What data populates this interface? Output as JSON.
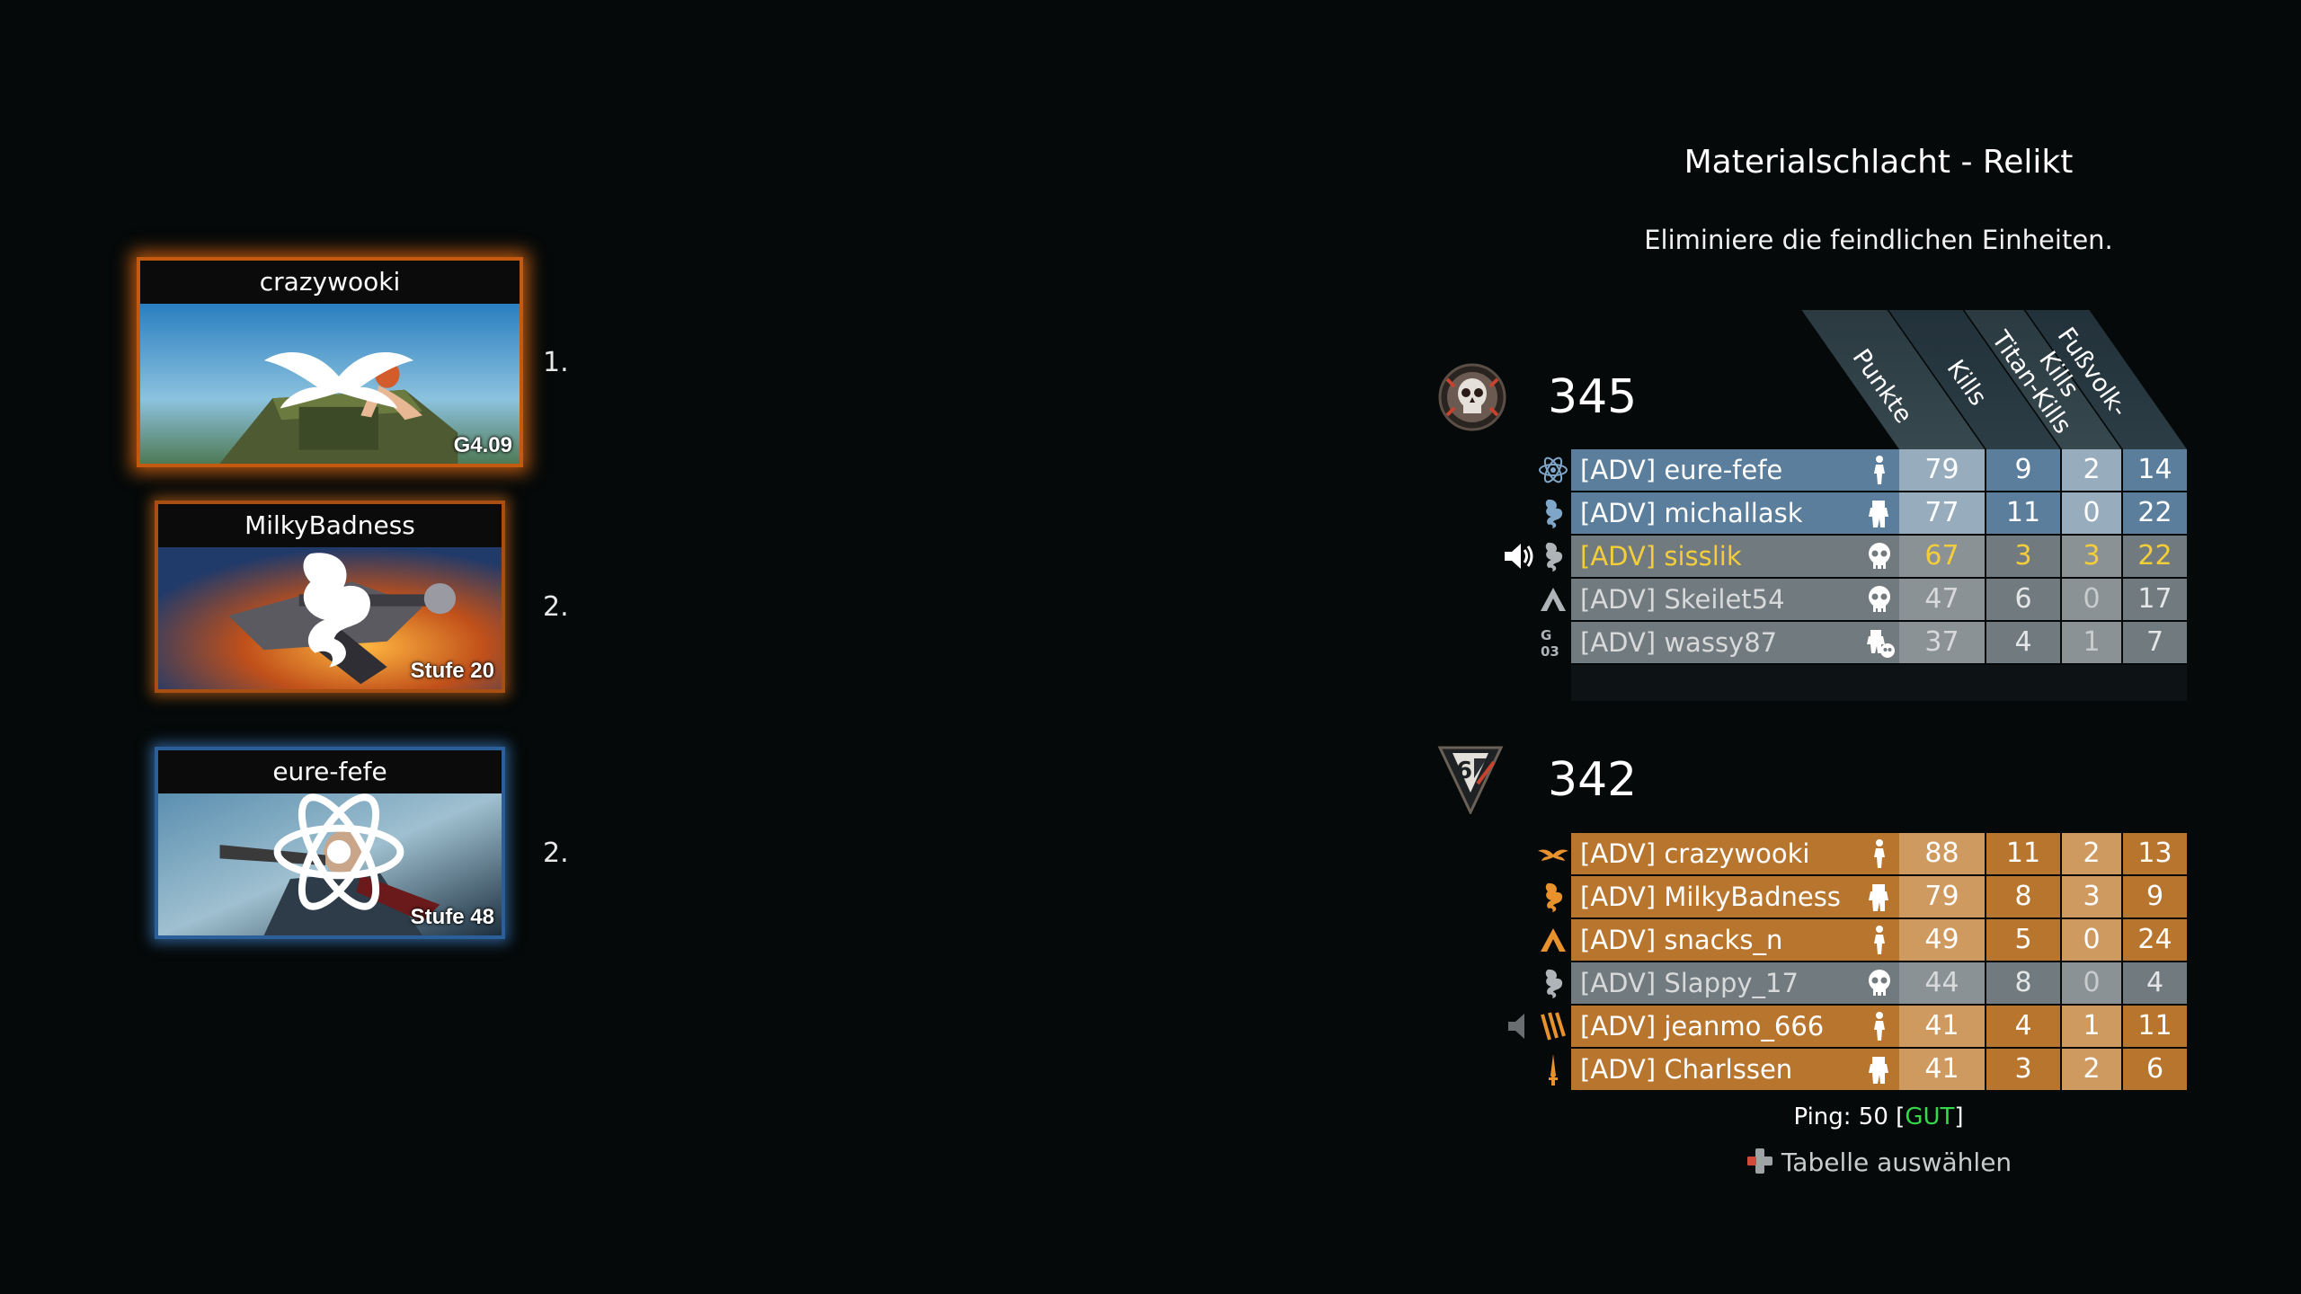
{
  "match": {
    "title": "Materialschlacht - Relikt",
    "objective": "Eliminiere die feindlichen Einheiten."
  },
  "columns": [
    "Punkte",
    "Kills",
    "Titan-Kills",
    "Fußvolk-Kills"
  ],
  "top_players": [
    {
      "name": "crazywooki",
      "level": "G4.09",
      "rank": "1.",
      "glow": "orange",
      "emblem": "winged-emblem-icon"
    },
    {
      "name": "MilkyBadness",
      "level": "Stufe 20",
      "rank": "2.",
      "glow": "orange",
      "emblem": "dragon-emblem-icon"
    },
    {
      "name": "eure-fefe",
      "level": "Stufe 48",
      "rank": "2.",
      "glow": "blue",
      "emblem": "atom-emblem-icon"
    }
  ],
  "teams": [
    {
      "score": "345",
      "icon": "skull-faction-icon",
      "players": [
        {
          "name": "[ADV] eure-fefe",
          "punkte": "79",
          "kills": "9",
          "titan_kills": "2",
          "fussvolk_kills": "14",
          "style": "blue",
          "status": "pilot"
        },
        {
          "name": "[ADV] michallask",
          "punkte": "77",
          "kills": "11",
          "titan_kills": "0",
          "fussvolk_kills": "22",
          "style": "blue",
          "status": "titan"
        },
        {
          "name": "[ADV] sisslik",
          "punkte": "67",
          "kills": "3",
          "titan_kills": "3",
          "fussvolk_kills": "22",
          "style": "self",
          "status": "dead",
          "speaking": true
        },
        {
          "name": "[ADV] Skeilet54",
          "punkte": "47",
          "kills": "6",
          "titan_kills": "0",
          "fussvolk_kills": "17",
          "style": "grey",
          "status": "dead"
        },
        {
          "name": "[ADV] wassy87",
          "punkte": "37",
          "kills": "4",
          "titan_kills": "1",
          "fussvolk_kills": "7",
          "style": "grey",
          "status": "titan-dead"
        }
      ]
    },
    {
      "score": "342",
      "icon": "militia-faction-icon",
      "players": [
        {
          "name": "[ADV] crazywooki",
          "punkte": "88",
          "kills": "11",
          "titan_kills": "2",
          "fussvolk_kills": "13",
          "style": "orange",
          "status": "pilot"
        },
        {
          "name": "[ADV] MilkyBadness",
          "punkte": "79",
          "kills": "8",
          "titan_kills": "3",
          "fussvolk_kills": "9",
          "style": "orange",
          "status": "titan"
        },
        {
          "name": "[ADV] snacks_n",
          "punkte": "49",
          "kills": "5",
          "titan_kills": "0",
          "fussvolk_kills": "24",
          "style": "orange",
          "status": "pilot"
        },
        {
          "name": "[ADV] Slappy_17",
          "punkte": "44",
          "kills": "8",
          "titan_kills": "0",
          "fussvolk_kills": "4",
          "style": "grey",
          "status": "dead"
        },
        {
          "name": "[ADV] jeanmo_666",
          "punkte": "41",
          "kills": "4",
          "titan_kills": "1",
          "fussvolk_kills": "11",
          "style": "orange",
          "status": "pilot",
          "muted": true
        },
        {
          "name": "[ADV] Charlssen",
          "punkte": "41",
          "kills": "3",
          "titan_kills": "2",
          "fussvolk_kills": "6",
          "style": "orange",
          "status": "titan"
        }
      ]
    }
  ],
  "ping": {
    "label": "Ping: 50 [",
    "quality": "GUT",
    "close": "]"
  },
  "hint": {
    "label": "Tabelle auswählen",
    "icon": "dpad-icon"
  },
  "colors": {
    "team_a_row": "#5a7e9c",
    "team_b_row": "#b8752e",
    "dead_row": "#717a7e",
    "self_text": "#f3cd3a",
    "ping_good": "#37d84a"
  }
}
